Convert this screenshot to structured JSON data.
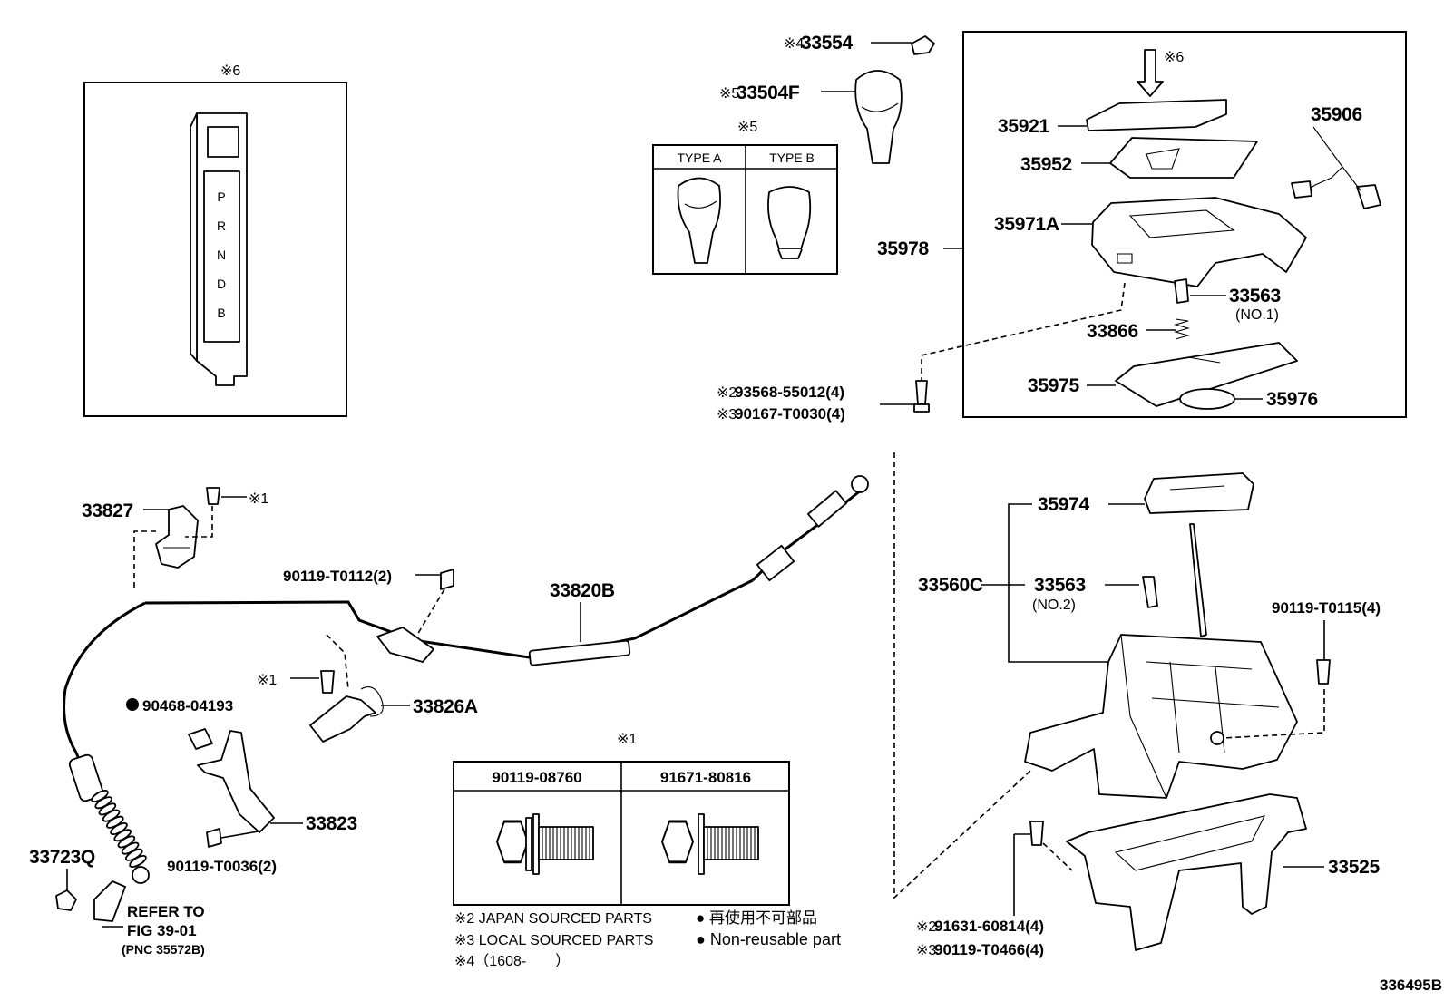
{
  "diagram": {
    "figure_code": "336495B",
    "marks": {
      "shift_plate_group": "※6",
      "knob_types_group": "※5",
      "bolt_table_group": "※1"
    },
    "shift_pattern": [
      "P",
      "R",
      "N",
      "D",
      "B"
    ],
    "knob_types": [
      "TYPE A",
      "TYPE B"
    ],
    "bolt_table": {
      "columns": [
        "90119-08760",
        "91671-80816"
      ]
    },
    "parts": {
      "p33554": "33554",
      "p33504F": "33504F",
      "p35921": "35921",
      "p35952": "35952",
      "p35971A": "35971A",
      "p35978": "35978",
      "p35906": "35906",
      "p33563_1": "33563",
      "p33563_1_sub": "(NO.1)",
      "p33866": "33866",
      "p35975": "35975",
      "p35976": "35976",
      "p93568": "93568-55012(4)",
      "p90167": "90167-T0030(4)",
      "p33827": "33827",
      "p90119_t0112": "90119-T0112(2)",
      "p33820B": "33820B",
      "p33826A": "33826A",
      "p90468": "90468-04193",
      "p33823": "33823",
      "p90119_t0036": "90119-T0036(2)",
      "p33723Q": "33723Q",
      "refer_line1": "REFER TO",
      "refer_line2": "FIG 39-01",
      "refer_line3": "(PNC 35572B)",
      "p35974": "35974",
      "p33560C": "33560C",
      "p33563_2": "33563",
      "p33563_2_sub": "(NO.2)",
      "p90119_t0115": "90119-T0115(4)",
      "p33525": "33525",
      "p91631": "91631-60814(4)",
      "p90119_t0466": "90119-T0466(4)"
    },
    "callouts": {
      "c4": "※4",
      "c5": "※5",
      "c6": "※6",
      "c1a": "※1",
      "c1b": "※1",
      "c2a": "※2",
      "c3a": "※3",
      "c2b": "※2",
      "c3b": "※3"
    },
    "legend": {
      "japan": "※2 JAPAN SOURCED PARTS",
      "local": "※3 LOCAL SOURCED PARTS",
      "date": "※4（1608-　　）",
      "nonreuse_jp": "● 再使用不可部品",
      "nonreuse_en": "● Non-reusable part"
    }
  }
}
